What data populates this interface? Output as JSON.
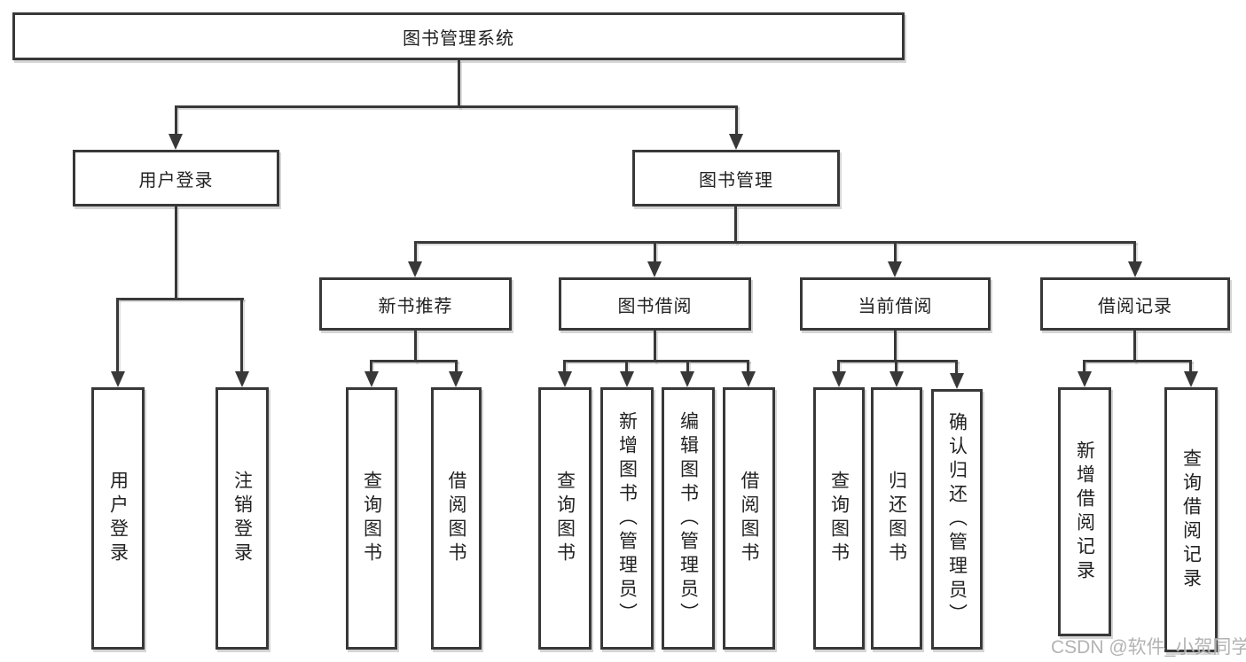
{
  "diagram_type": "functional-structure-tree",
  "colors": {
    "line": "#383838",
    "box_border": "#383838",
    "box_fill": "#ffffff",
    "text": "#222222",
    "watermark": "#a8a8a8"
  },
  "tree": {
    "root": {
      "label": "图书管理系统"
    },
    "branches": [
      {
        "label": "用户登录",
        "children": [
          {
            "label": "用户登录"
          },
          {
            "label": "注销登录"
          }
        ]
      },
      {
        "label": "图书管理",
        "children": [
          {
            "label": "新书推荐",
            "children": [
              {
                "label": "查询图书"
              },
              {
                "label": "借阅图书"
              }
            ]
          },
          {
            "label": "图书借阅",
            "children": [
              {
                "label": "查询图书"
              },
              {
                "label": "新增图书（管理员）"
              },
              {
                "label": "编辑图书（管理员）"
              },
              {
                "label": "借阅图书"
              }
            ]
          },
          {
            "label": "当前借阅",
            "children": [
              {
                "label": "查询图书"
              },
              {
                "label": "归还图书"
              },
              {
                "label": "确认归还（管理员）"
              }
            ]
          },
          {
            "label": "借阅记录",
            "children": [
              {
                "label": "新增借阅记录"
              },
              {
                "label": "查询借阅记录"
              }
            ]
          }
        ]
      }
    ]
  },
  "watermark": {
    "text": "CSDN @软件_小贺同学"
  }
}
